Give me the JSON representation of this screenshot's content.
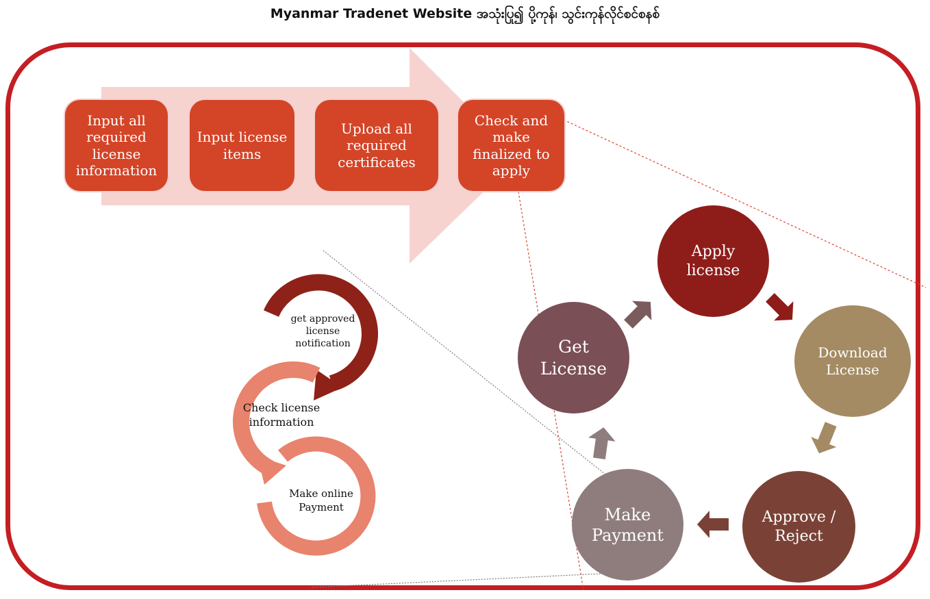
{
  "title": "Myanmar Tradenet Website အသုံးပြု၍ ပို့ကုန်၊ သွင်းကုန်လိုင်စင်စနစ်",
  "colors": {
    "frame": "#c41e23",
    "step_box": "#d44427",
    "big_arrow": "#f6d3cf",
    "apply": "#8e1d1a",
    "download": "#a48b63",
    "approve": "#7a4236",
    "payment": "#8f7d7d",
    "get_license": "#7a4f55",
    "ring_dark": "#8e2218",
    "ring_light": "#e8836d"
  },
  "process_steps": [
    "Input all required license information",
    "Input license items",
    "Upload all required certificates",
    "Check and make finalized to apply"
  ],
  "cycle": {
    "apply": "Apply license",
    "download": "Download License",
    "approve": "Approve / Reject",
    "payment": "Make Payment",
    "get_license": "Get License"
  },
  "detail": {
    "notification": "get approved license notification",
    "check": "Check license information",
    "payment": "Make online Payment"
  }
}
